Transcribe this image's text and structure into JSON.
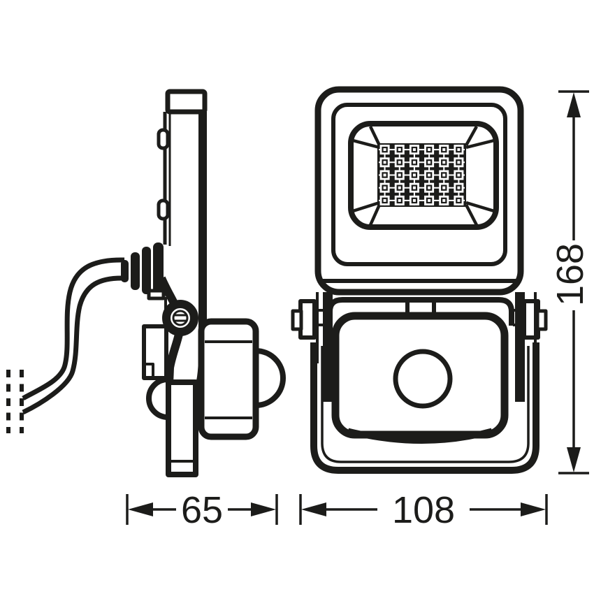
{
  "dimensions": {
    "side_view_width": {
      "value": "65"
    },
    "front_view_width": {
      "value": "108"
    },
    "front_view_height": {
      "value": "168"
    }
  },
  "led_array": {
    "rows": 5,
    "columns": 6,
    "led_count": 30
  },
  "colors": {
    "line": "#1c1c1a",
    "background": "#ffffff"
  }
}
